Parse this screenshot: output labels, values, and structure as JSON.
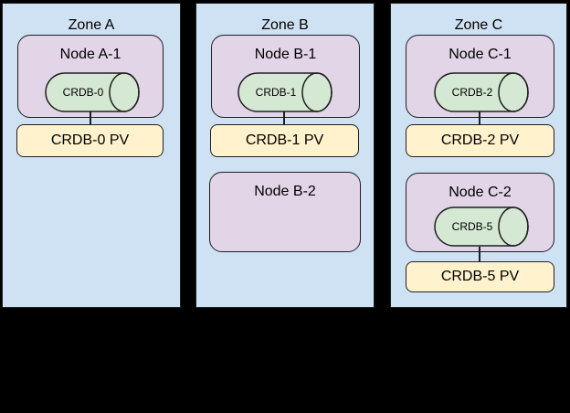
{
  "diagram": {
    "type": "kubernetes-zone-topology",
    "background": "#000000",
    "colors": {
      "zone_fill": "#cfe2f3",
      "node_fill": "#e1d5e7",
      "db_fill": "#d5e8d4",
      "pv_fill": "#fff2cc",
      "stroke": "#1f1f1f",
      "text": "#000000"
    },
    "zones": [
      {
        "label": "Zone A",
        "groups": [
          {
            "node": "Node A-1",
            "db": "CRDB-0",
            "pv": "CRDB-0 PV"
          }
        ]
      },
      {
        "label": "Zone B",
        "groups": [
          {
            "node": "Node B-1",
            "db": "CRDB-1",
            "pv": "CRDB-1 PV"
          },
          {
            "node": "Node B-2"
          }
        ]
      },
      {
        "label": "Zone C",
        "groups": [
          {
            "node": "Node C-1",
            "db": "CRDB-2",
            "pv": "CRDB-2 PV"
          },
          {
            "node": "Node C-2",
            "db": "CRDB-5",
            "pv": "CRDB-5 PV"
          }
        ]
      }
    ]
  }
}
